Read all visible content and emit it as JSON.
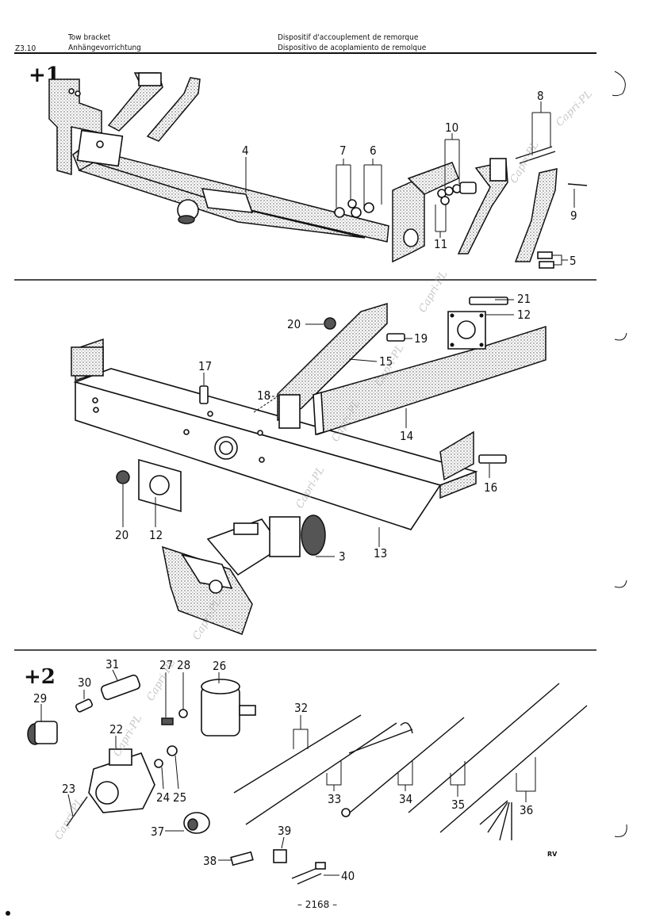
{
  "header": {
    "section_code": "Z3.10",
    "title_en": "Tow bracket",
    "title_de": "Anhängevorrichtung",
    "title_fr": "Dispositif d'accouplement de remorque",
    "title_es": "Dispositivo de acoplamiento de remolque"
  },
  "groups": {
    "group1": "+1",
    "group2": "+2"
  },
  "callouts": {
    "c3": "3",
    "c4": "4",
    "c5": "5",
    "c6": "6",
    "c7": "7",
    "c8": "8",
    "c9": "9",
    "c10": "10",
    "c11": "11",
    "c12a": "12",
    "c12b": "12",
    "c13": "13",
    "c14": "14",
    "c15": "15",
    "c16": "16",
    "c17": "17",
    "c18": "18",
    "c19": "19",
    "c20a": "20",
    "c20b": "20",
    "c21": "21",
    "c22": "22",
    "c23": "23",
    "c24": "24",
    "c25": "25",
    "c26": "26",
    "c27": "27",
    "c28": "28",
    "c29": "29",
    "c30": "30",
    "c31": "31",
    "c32": "32",
    "c33": "33",
    "c34": "34",
    "c35": "35",
    "c36": "36",
    "c37": "37",
    "c38": "38",
    "c39": "39",
    "c40": "40"
  },
  "watermark": "Capri-PL",
  "initials": "RV",
  "footer": {
    "page_number": "– 2168 –"
  }
}
